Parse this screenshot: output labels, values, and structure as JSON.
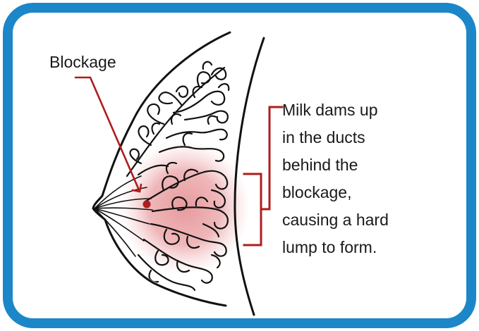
{
  "labels": {
    "blockage": "Blockage",
    "explanation": [
      "Milk dams up",
      "in the ducts",
      "behind the",
      "blockage,",
      "causing a hard",
      "lump to form."
    ]
  },
  "colors": {
    "frame": "#1b87c9",
    "accent": "#b01d1d",
    "inflammation": "#e59598",
    "line": "#111111"
  }
}
